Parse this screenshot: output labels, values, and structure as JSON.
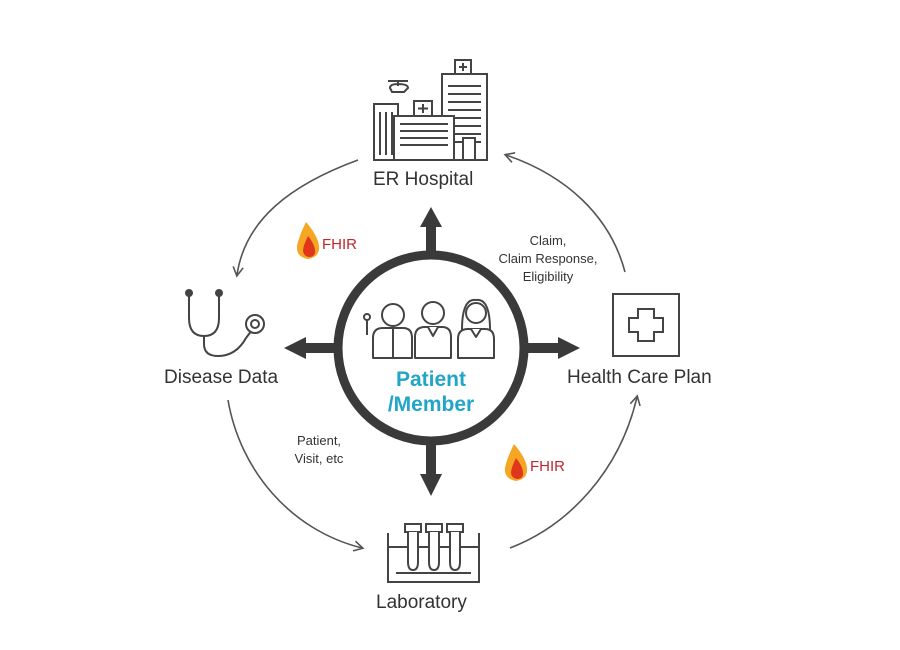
{
  "nodes": {
    "hospital": "ER Hospital",
    "disease": "Disease Data",
    "plan": "Health Care Plan",
    "lab": "Laboratory"
  },
  "center": {
    "line1": "Patient",
    "line2": "/Member"
  },
  "annotations": {
    "claim": [
      "Claim,",
      "Claim Response,",
      "Eligibility"
    ],
    "patient_visit": [
      "Patient,",
      "Visit, etc"
    ]
  },
  "fhir": {
    "top_left": "FHIR",
    "bottom_right": "FHIR"
  },
  "colors": {
    "ring": "#3a3a3a",
    "center_text": "#22a6c8",
    "fhir_text": "#c0262d",
    "flame_outer": "#f5a623",
    "flame_inner": "#e0361b",
    "icon_stroke": "#444444"
  },
  "icons": {
    "hospital": "hospital-building-icon",
    "disease": "stethoscope-icon",
    "plan": "medical-cross-icon",
    "lab": "test-tubes-icon",
    "people": "patient-group-icon",
    "fhir": "fhir-flame-icon"
  }
}
